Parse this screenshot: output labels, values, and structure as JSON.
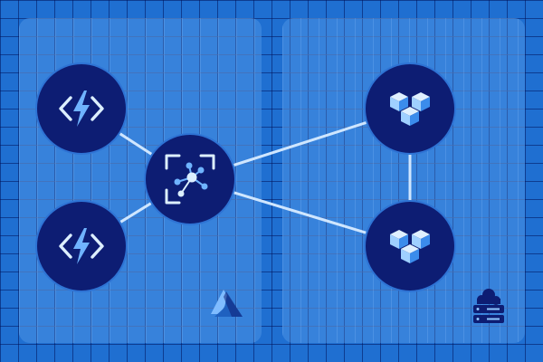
{
  "colors": {
    "background": "#1f6fd1",
    "panel": "#5fa2ec",
    "node_fill": "#0d1d73",
    "node_border": "#2e73d4",
    "connector": "#cfe6ff",
    "icon_light": "#dcefff",
    "icon_accent": "#6fb3ff",
    "cube_light": "#b8dcff",
    "cube_dark": "#3b8cec"
  },
  "groups": [
    {
      "name": "azure-cloud",
      "icon": "azure-logo-icon"
    },
    {
      "name": "on-premises",
      "icon": "cloud-server-icon"
    }
  ],
  "nodes": [
    {
      "id": "function-1",
      "icon": "azure-function-icon"
    },
    {
      "id": "function-2",
      "icon": "azure-function-icon"
    },
    {
      "id": "event-hub",
      "icon": "event-hub-icon"
    },
    {
      "id": "service-1",
      "icon": "cubes-icon"
    },
    {
      "id": "service-2",
      "icon": "cubes-icon"
    }
  ],
  "connections": [
    {
      "from": "function-1",
      "to": "event-hub"
    },
    {
      "from": "function-2",
      "to": "event-hub"
    },
    {
      "from": "event-hub",
      "to": "service-1"
    },
    {
      "from": "event-hub",
      "to": "service-2"
    },
    {
      "from": "service-1",
      "to": "service-2"
    }
  ]
}
